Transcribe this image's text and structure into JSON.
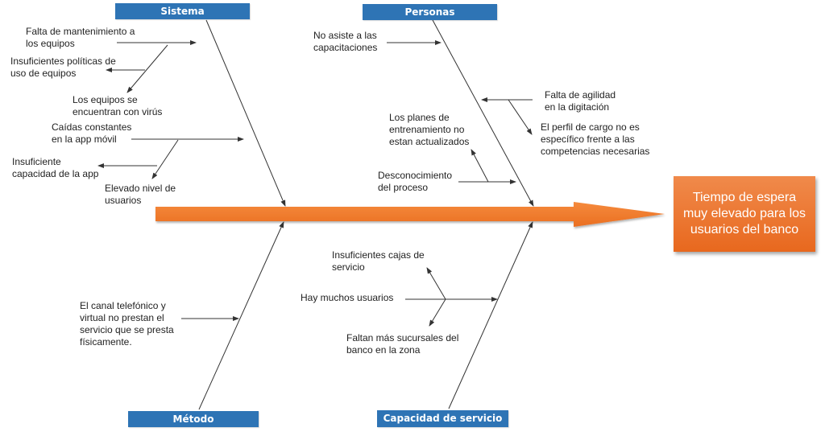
{
  "diagram": {
    "type": "ishikawa",
    "effect": "Tiempo de espera\nmuy elevado para los\nusuarios del banco",
    "colors": {
      "category_box": "#2e74b5",
      "spine": "#f07f2f",
      "effect_box": "#eb7230",
      "lines": "#333333"
    },
    "categories": {
      "sistema": {
        "title": "Sistema",
        "causes": [
          "Falta de mantenimiento a\nlos equipos",
          "Insuficientes políticas de\nuso de equipos",
          "Los equipos se\nencuentran con virús",
          "Caídas constantes\nen la app móvil",
          "Insuficiente\ncapacidad de la app",
          "Elevado nivel de\nusuarios"
        ]
      },
      "personas": {
        "title": "Personas",
        "causes": [
          "No asiste a las\ncapacitaciones",
          "Falta de agilidad\nen la digitación",
          "El perfil de cargo no es\nespecífico frente a las\ncompetencias necesarias",
          "Los planes de\nentrenamiento no\nestan actualizados",
          "Desconocimiento\ndel proceso"
        ]
      },
      "metodo": {
        "title": "Método",
        "causes": [
          "El canal telefónico y\nvirtual no prestan el\nservicio que se presta\nfísicamente."
        ]
      },
      "capacidad": {
        "title": "Capacidad de servicio",
        "causes": [
          "Insuficientes cajas de\nservicio",
          "Hay muchos usuarios",
          "Faltan más sucursales del\nbanco en la zona"
        ]
      }
    }
  }
}
